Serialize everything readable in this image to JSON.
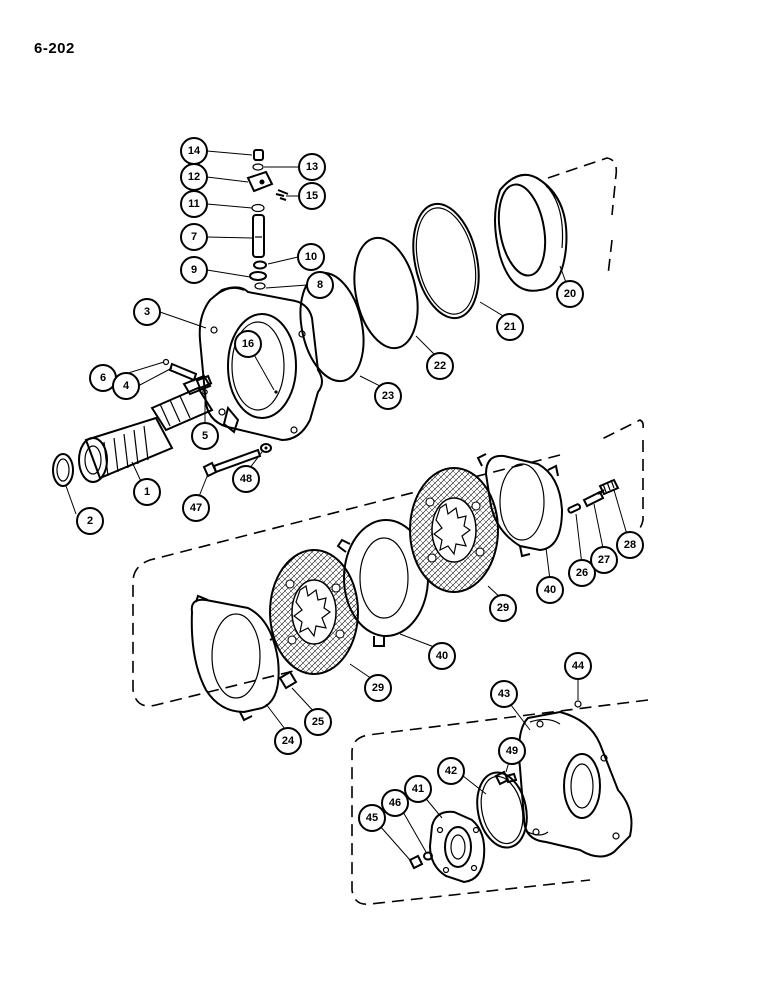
{
  "page_number": "6-202",
  "callouts": {
    "c1": "1",
    "c2": "2",
    "c3": "3",
    "c4": "4",
    "c5": "5",
    "c6": "6",
    "c7": "7",
    "c8": "8",
    "c9": "9",
    "c10": "10",
    "c11": "11",
    "c12": "12",
    "c13": "13",
    "c14": "14",
    "c15": "15",
    "c16": "16",
    "c20": "20",
    "c21": "21",
    "c22": "22",
    "c23": "23",
    "c24": "24",
    "c25": "25",
    "c26": "26",
    "c27": "27",
    "c28": "28",
    "c29a": "29",
    "c29b": "29",
    "c40a": "40",
    "c40b": "40",
    "c41": "41",
    "c42": "42",
    "c43": "43",
    "c44": "44",
    "c45": "45",
    "c46": "46",
    "c47": "47",
    "c48": "48",
    "c49": "49"
  }
}
